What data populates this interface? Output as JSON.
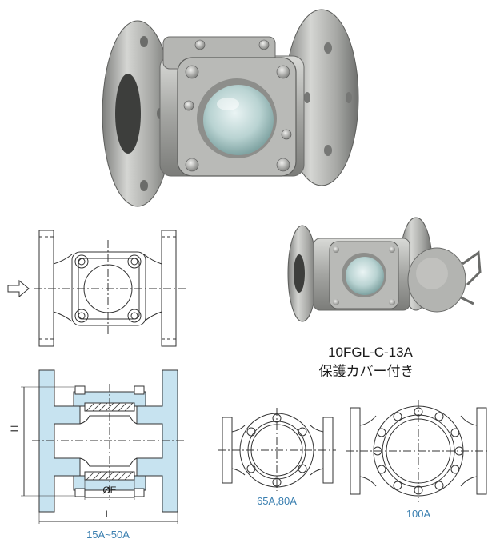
{
  "product": {
    "model": "10FGL-C-13A",
    "subtitle": "保護カバー付き"
  },
  "dimension_labels": {
    "height": "H",
    "diameter": "ØE",
    "length": "L"
  },
  "size_labels": {
    "small": "15A~50A",
    "medium": "65A,80A",
    "large": "100A"
  },
  "colors": {
    "section_fill": "#c7e3f0",
    "metal": "#a9aaa8",
    "label_blue": "#3a7fb0",
    "line": "#333333"
  },
  "icons": {
    "flow": "flow-direction-arrow-icon"
  }
}
